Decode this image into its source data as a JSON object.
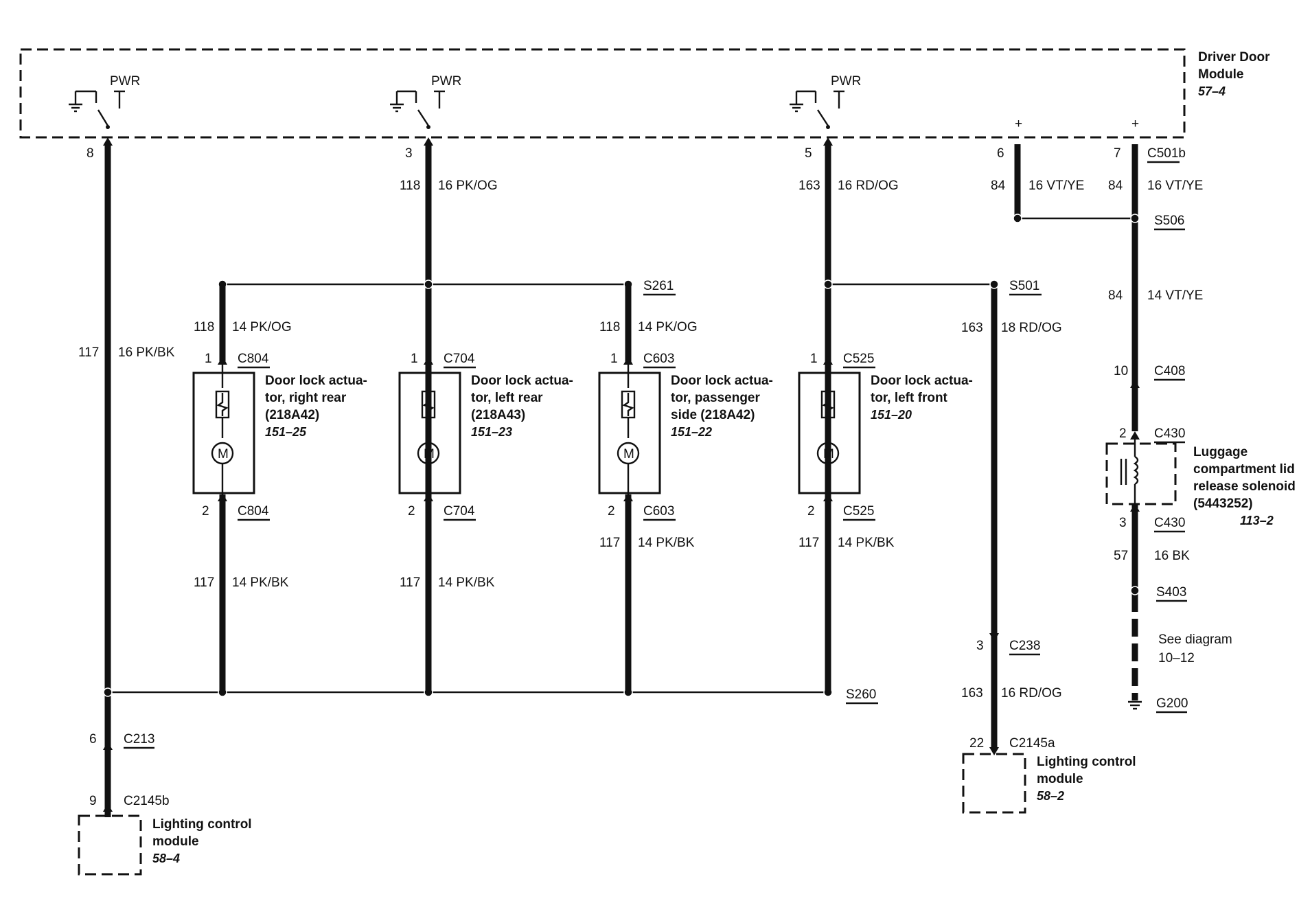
{
  "module": {
    "name_line1": "Driver Door",
    "name_line2": "Module",
    "ref": "57–4"
  },
  "pwr": "PWR",
  "plus": "+",
  "pins": {
    "p8": "8",
    "p3": "3",
    "p5": "5",
    "p6": "6",
    "p7": "7",
    "conn_c501b": "C501b"
  },
  "wires": {
    "pk_og_16": {
      "circuit": "118",
      "spec": "16 PK/OG"
    },
    "rd_og_16": {
      "circuit": "163",
      "spec": "16 RD/OG"
    },
    "vt_ye_16a": {
      "circuit": "84",
      "spec": "16 VT/YE"
    },
    "vt_ye_16b": {
      "circuit": "84",
      "spec": "16 VT/YE"
    },
    "pk_bk_16": {
      "circuit": "117",
      "spec": "16 PK/BK"
    },
    "vt_ye_14": {
      "circuit": "84",
      "spec": "14 VT/YE"
    },
    "rd_og_18": {
      "circuit": "163",
      "spec": "18 RD/OG"
    },
    "rd_og_16b": {
      "circuit": "163",
      "spec": "16 RD/OG"
    },
    "bk_16": {
      "circuit": "57",
      "spec": "16 BK"
    }
  },
  "splices": {
    "s506": "S506",
    "s261": "S261",
    "s501": "S501",
    "s260": "S260",
    "s403": "S403",
    "g200": "G200"
  },
  "actuators": [
    {
      "top_pin": "1",
      "top_conn": "C804",
      "bot_pin": "2",
      "bot_conn": "C804",
      "in_circuit": "118",
      "in_spec": "14 PK/OG",
      "out_circuit": "117",
      "out_spec": "14 PK/BK",
      "line1": "Door lock actua-",
      "line2": "tor, right rear",
      "line3": "(218A42)",
      "ref": "151–25",
      "motor": "M"
    },
    {
      "top_pin": "1",
      "top_conn": "C704",
      "bot_pin": "2",
      "bot_conn": "C704",
      "in_circuit": "",
      "in_spec": "",
      "out_circuit": "117",
      "out_spec": "14 PK/BK",
      "line1": "Door lock actua-",
      "line2": "tor, left rear",
      "line3": "(218A43)",
      "ref": "151–23",
      "motor": "M"
    },
    {
      "top_pin": "1",
      "top_conn": "C603",
      "bot_pin": "2",
      "bot_conn": "C603",
      "in_circuit": "118",
      "in_spec": "14 PK/OG",
      "out_circuit": "117",
      "out_spec": "14 PK/BK",
      "line1": "Door lock actua-",
      "line2": "tor, passenger",
      "line3": "side (218A42)",
      "ref": "151–22",
      "motor": "M"
    },
    {
      "top_pin": "1",
      "top_conn": "C525",
      "bot_pin": "2",
      "bot_conn": "C525",
      "in_circuit": "",
      "in_spec": "",
      "out_circuit": "117",
      "out_spec": "14 PK/BK",
      "line1": "Door lock actua-",
      "line2": "tor, left front",
      "line3": "",
      "ref": "151–20",
      "motor": "M"
    }
  ],
  "right_branch": {
    "c408_pin": "10",
    "c408": "C408",
    "c430_top_pin": "2",
    "c430_top": "C430",
    "c430_bot_pin": "3",
    "c430_bot": "C430",
    "solenoid": {
      "line1": "Luggage",
      "line2": "compartment lid",
      "line3": "release solenoid",
      "line4": "(5443252)",
      "ref": "113–2"
    },
    "see_line1": "See diagram",
    "see_line2": "10–12"
  },
  "left_bottom": {
    "c213_pin": "6",
    "c213": "C213",
    "c2145b_pin": "9",
    "c2145b": "C2145b",
    "lcm_line1": "Lighting control",
    "lcm_line2": "module",
    "lcm_ref": "58–4"
  },
  "mid_bottom": {
    "c238_pin": "3",
    "c238": "C238",
    "c2145a_pin": "22",
    "c2145a": "C2145a",
    "lcm_line1": "Lighting control",
    "lcm_line2": "module",
    "lcm_ref": "58–2"
  }
}
